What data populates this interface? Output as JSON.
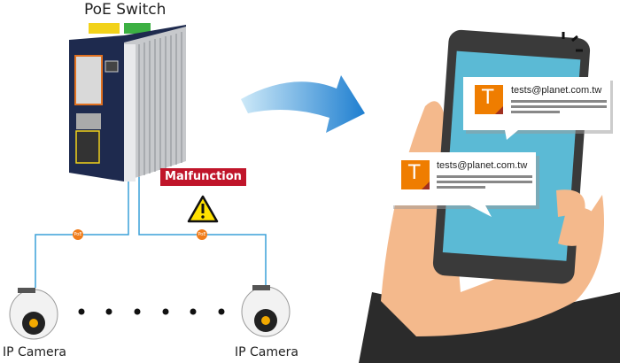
{
  "title": "PoE Switch",
  "alert": "Malfunction",
  "poe_badge": "PoE",
  "cameras": [
    {
      "label": "IP Camera"
    },
    {
      "label": "IP Camera"
    }
  ],
  "notifications": [
    {
      "avatar": "T",
      "email": "tests@planet.com.tw"
    },
    {
      "avatar": "T",
      "email": "tests@planet.com.tw"
    }
  ],
  "colors": {
    "alert": "#c0152a",
    "cable": "#3aa0d8",
    "poe": "#f07c1a",
    "avatar": "#ef7d00",
    "screen": "#5bbad5",
    "skin": "#f4b98c"
  }
}
